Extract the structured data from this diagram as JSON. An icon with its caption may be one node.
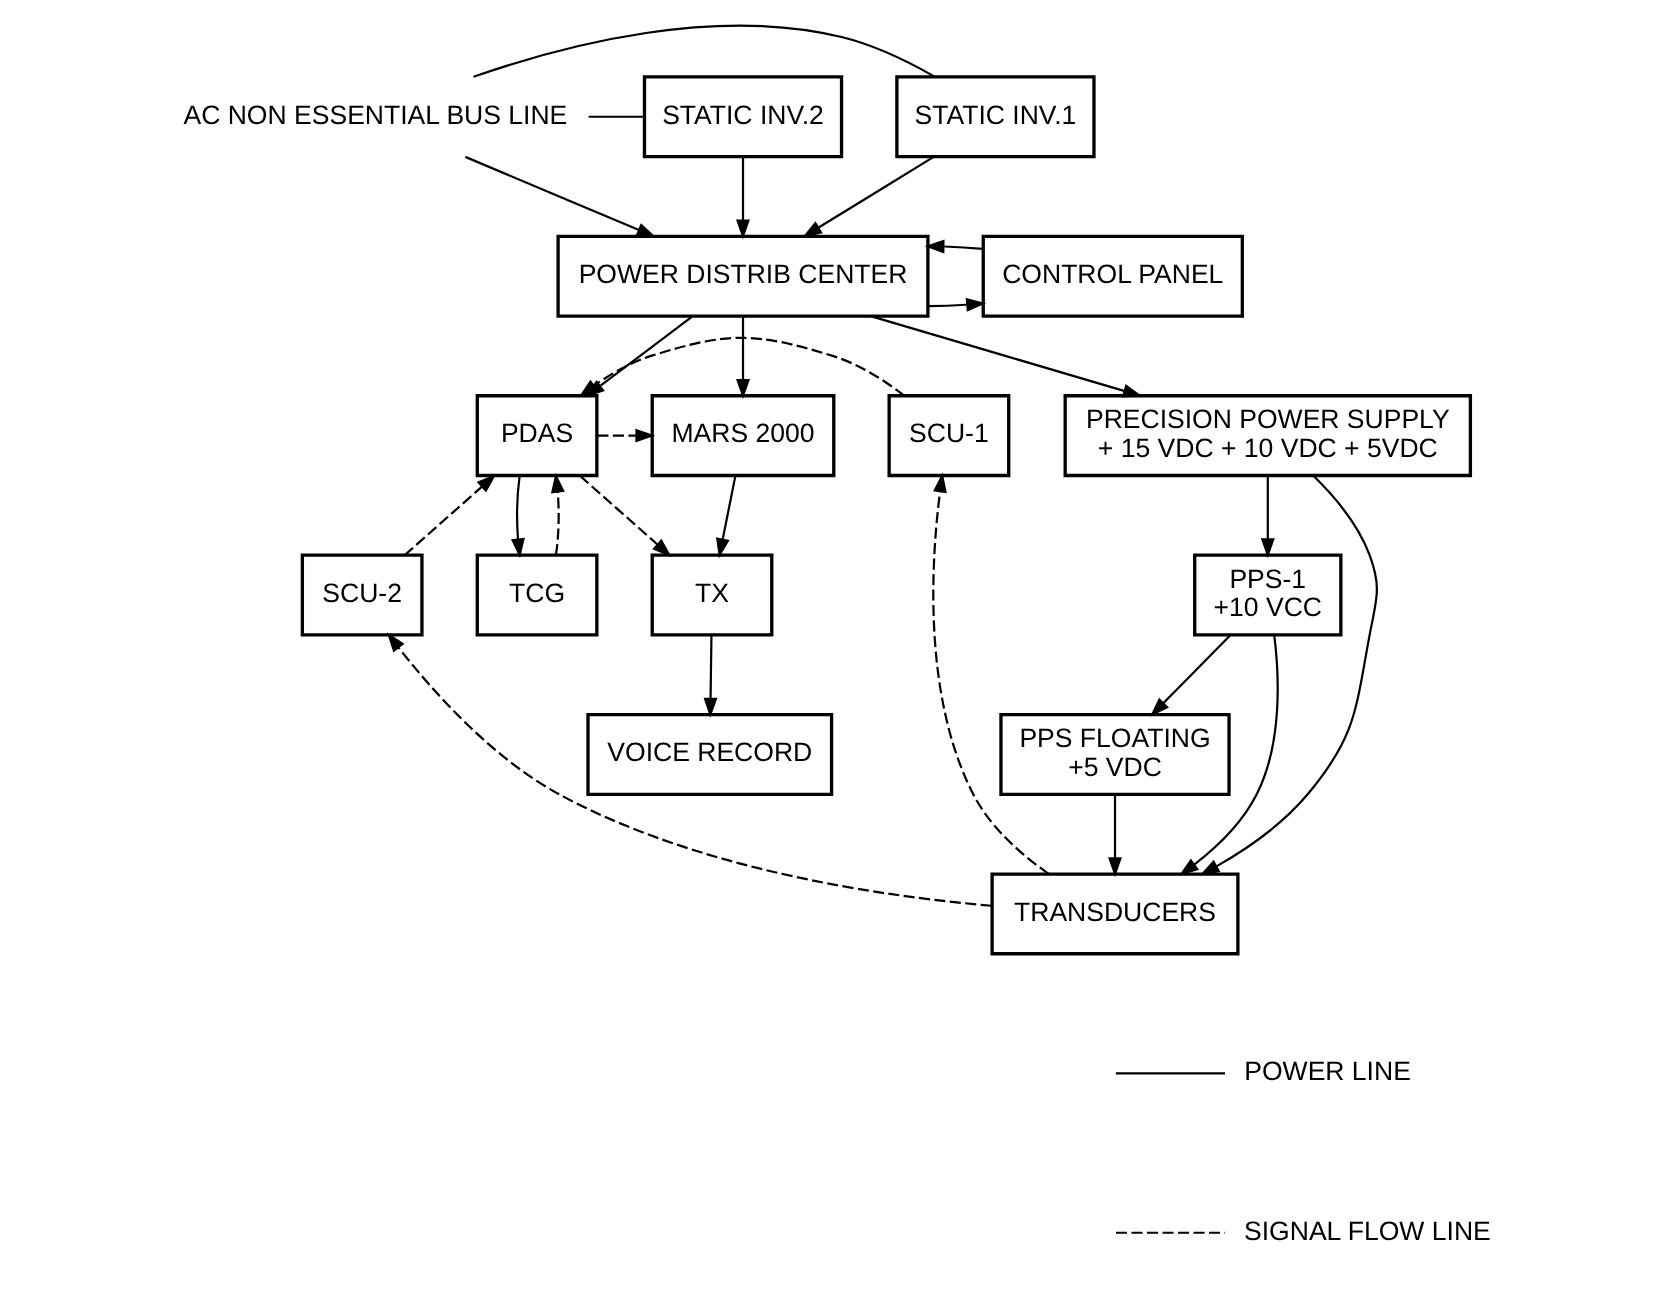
{
  "diagram": {
    "nodes": [
      {
        "text": [
          "AC NON ESSENTIAL BUS LINE"
        ]
      },
      {
        "text": [
          "STATIC INV.1"
        ]
      },
      {
        "text": [
          "STATIC INV.2"
        ]
      },
      {
        "text": [
          "POWER DISTRIB CENTER"
        ]
      },
      {
        "text": [
          "CONTROL PANEL"
        ]
      },
      {
        "text": [
          "PRECISION POWER SUPPLY",
          "+ 15 VDC + 10 VDC + 5VDC"
        ]
      },
      {
        "text": [
          "SCU-1"
        ]
      },
      {
        "text": [
          "PDAS"
        ]
      },
      {
        "text": [
          "MARS 2000"
        ]
      },
      {
        "text": [
          "SCU-2"
        ]
      },
      {
        "text": [
          "TCG"
        ]
      },
      {
        "text": [
          "TX"
        ]
      },
      {
        "text": [
          "PPS-1",
          "+10 VCC"
        ]
      },
      {
        "text": [
          "PPS FLOATING",
          "+5 VDC"
        ]
      },
      {
        "text": [
          "VOICE RECORD"
        ]
      },
      {
        "text": [
          "TRANSDUCERS"
        ]
      }
    ],
    "edges": [
      {
        "from": 0,
        "to": 1,
        "arrow": "none"
      },
      {
        "from": 0,
        "to": 2,
        "arrow": "none"
      },
      {
        "from": 1,
        "to": 3,
        "arrow": "to"
      },
      {
        "from": 2,
        "to": 3,
        "arrow": "to"
      },
      {
        "from": 0,
        "to": 3,
        "arrow": "to"
      },
      {
        "from": 3,
        "to": 4,
        "arrow": "to"
      },
      {
        "from": 4,
        "to": 3,
        "arrow": "to"
      },
      {
        "from": 3,
        "to": 5,
        "arrow": "to"
      },
      {
        "from": 3,
        "to": 7,
        "arrow": "to"
      },
      {
        "from": 3,
        "to": 8,
        "arrow": "to"
      },
      {
        "from": 5,
        "to": 12,
        "arrow": "to"
      },
      {
        "from": 12,
        "to": 13,
        "arrow": "to"
      },
      {
        "from": 5,
        "to": 15,
        "arrow": "to"
      },
      {
        "from": 12,
        "to": 15,
        "arrow": "to"
      },
      {
        "from": 13,
        "to": 15,
        "arrow": "to"
      },
      {
        "from": 15,
        "to": 6,
        "arrow": "to",
        "style": "dashed"
      },
      {
        "from": 15,
        "to": 9,
        "arrow": "to",
        "style": "dashed"
      },
      {
        "from": 6,
        "to": 7,
        "arrow": "to",
        "style": "dashed"
      },
      {
        "from": 9,
        "to": 7,
        "arrow": "to",
        "style": "dashed"
      },
      {
        "from": 7,
        "to": 8,
        "arrow": "to",
        "style": "dashed"
      },
      {
        "from": 7,
        "to": 11,
        "arrow": "to",
        "style": "dashed"
      },
      {
        "from": 10,
        "to": 7,
        "arrow": "to",
        "style": "dashed"
      },
      {
        "from": 7,
        "to": 10,
        "arrow": "to"
      },
      {
        "from": 8,
        "to": 11,
        "arrow": "to"
      },
      {
        "from": 11,
        "to": 14,
        "arrow": "to"
      }
    ],
    "legend": [
      {
        "text": "POWER LINE"
      },
      {
        "text": "SIGNAL FLOW LINE"
      }
    ]
  }
}
